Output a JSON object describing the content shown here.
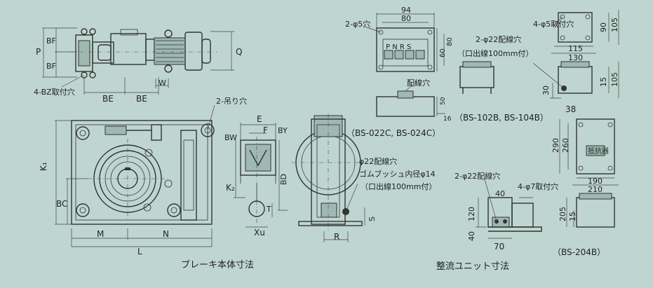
{
  "palette": {
    "background": "#bfd6d0",
    "line": "#333333",
    "shade": "#9fb9b2"
  },
  "brake_labels": {
    "P": "P",
    "BF_top": "BF",
    "BF_bottom": "BF",
    "Q": "Q",
    "bz_holes": "4-BZ取付穴",
    "BE_left": "BE",
    "BE_right": "BE",
    "W": "W",
    "lift_holes": "2-吊り穴",
    "K1": "K₁",
    "BC": "BC",
    "M": "M",
    "N": "N",
    "L": "L",
    "E": "E",
    "F": "F",
    "BW": "BW",
    "BY": "BY",
    "K2": "K₂",
    "BD": "BD",
    "Xu": "Xu",
    "T": "T",
    "R": "R",
    "S": "S",
    "wiring_hole": "φ22配線穴",
    "grommet": "ゴムブッシュ内径φ14",
    "lead_wire": "（口出線100mm付）"
  },
  "brake_caption": "ブレーキ本体寸法",
  "rectifier_caption": "整流ユニット寸法",
  "bs022": {
    "dim_94": "94",
    "dim_80": "80",
    "holes": "2-φ5穴",
    "dim_60": "60",
    "dim_80v": "80",
    "terminals": "P N R S",
    "wiring_hole": "配線穴",
    "dim_50": "50",
    "dim_16": "16",
    "model": "（BS-022C, BS-024C）"
  },
  "bs102": {
    "holes": "4-φ5取付穴",
    "dim_90": "90",
    "dim_105": "105",
    "dim_115": "115",
    "dim_130": "130",
    "wiring_holes": "2-φ22配線穴",
    "lead_wire": "（口出線100mm付）",
    "dim_30": "30",
    "dim_15": "15",
    "dim_105b": "105",
    "dim_38": "38",
    "model": "（BS-102B, BS-104B）"
  },
  "bs204": {
    "dim_290": "290",
    "dim_260": "260",
    "resistor": "抵抗器",
    "dim_190": "190",
    "dim_210": "210",
    "wiring_holes": "2-φ22配線穴",
    "mount_holes": "4-φ7取付穴",
    "dim_40": "40",
    "dim_120": "120",
    "dim_40b": "40",
    "dim_70": "70",
    "dim_205": "205",
    "dim_15": "15",
    "model": "（BS-204B）"
  }
}
